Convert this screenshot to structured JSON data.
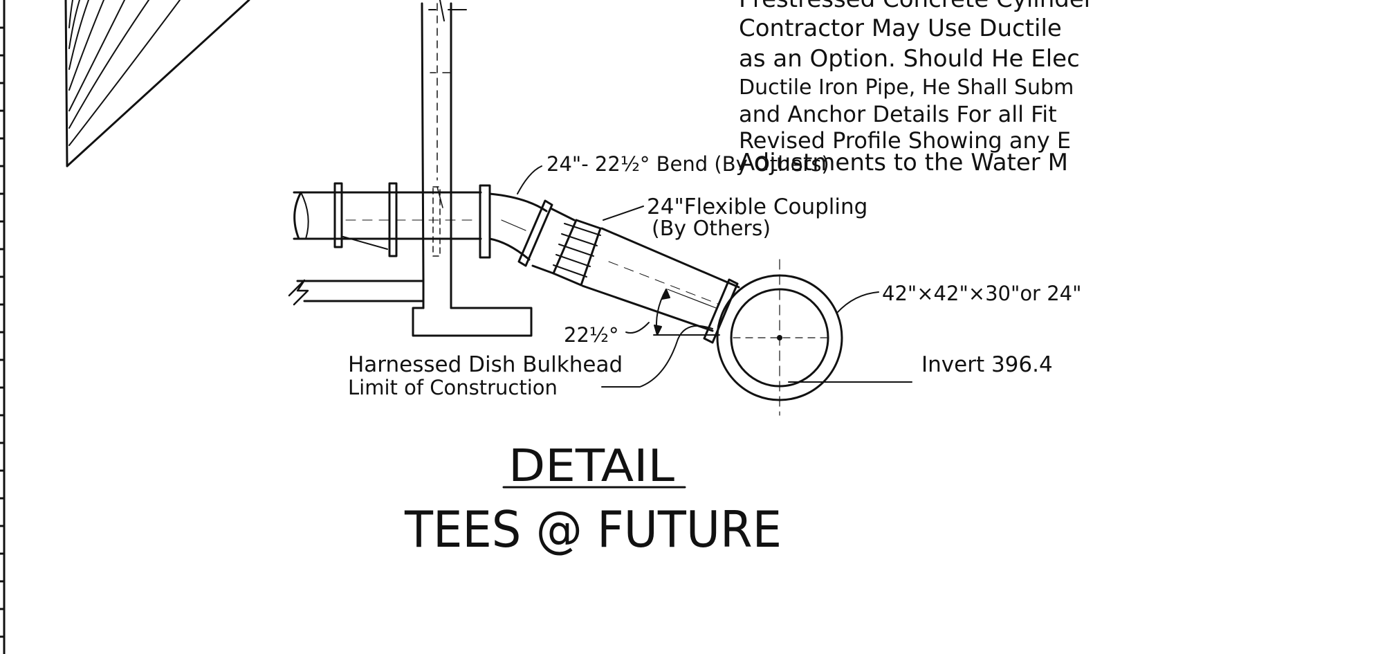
{
  "notes": {
    "lines": [
      "Prestressed Concrete Cylinder",
      "Contractor May Use Ductile",
      "as an Option. Should He Elec",
      "Ductile Iron Pipe, He Shall Subm",
      "and Anchor Details For all Fit",
      "Revised Profile Showing any E",
      "Adjustments to the Water M"
    ]
  },
  "callouts": {
    "bend": "24\"- 22½° Bend (By Others)",
    "coupling_line1": "24\"Flexible Coupling",
    "coupling_line2": "(By Others)",
    "tee": "42\"×42\"×30\"or 24\"",
    "angle": "22½°",
    "invert": "Invert 396.4",
    "bulkhead": "Harnessed Dish Bulkhead",
    "limit": "Limit of Construction"
  },
  "title": {
    "line1": "DETAIL",
    "line2": "TEES @ FUTURE"
  }
}
